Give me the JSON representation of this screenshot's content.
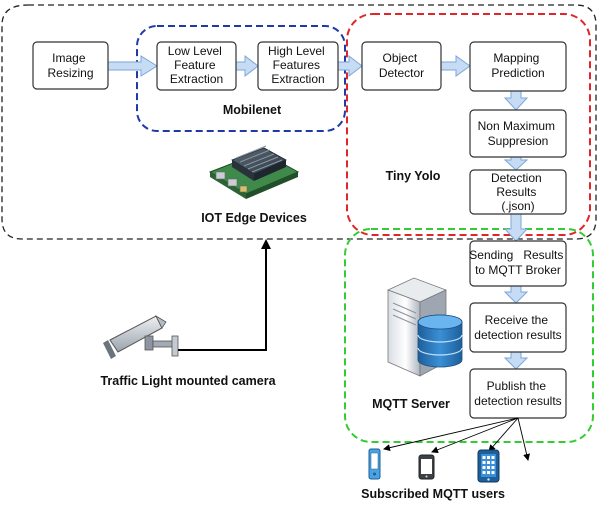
{
  "colors": {
    "edge_region": "#222222",
    "mobilenet_region": "#1f3aa6",
    "tiny_yolo_region": "#e0262a",
    "mqtt_region": "#33cc33",
    "box_border": "#333333",
    "flow_arrow": "#c6dcf5",
    "flow_arrow_border": "#7ea6d6"
  },
  "regions": {
    "edge_label": "IOT Edge Devices",
    "mobilenet_label": "Mobilenet",
    "tiny_yolo_label": "Tiny Yolo",
    "mqtt_label": "MQTT Server"
  },
  "boxes": {
    "image_resizing": [
      "Image",
      "Resizing"
    ],
    "low_level": [
      "Low Level",
      "Feature",
      "Extraction"
    ],
    "high_level": [
      "High Level",
      "Features",
      "Extraction"
    ],
    "object_detector": [
      "Object",
      "Detector"
    ],
    "mapping_prediction": [
      "Mapping",
      "Prediction"
    ],
    "nms": [
      "Non Maximum",
      "Suppresion"
    ],
    "detection_results": [
      "Detection",
      "Results",
      "(.json)"
    ],
    "sending_results": [
      "Sending   Results",
      "to MQTT Broker"
    ],
    "receive_results": [
      "Receive the",
      "detection results"
    ],
    "publish_results": [
      "Publish the",
      "detection results"
    ]
  },
  "labels": {
    "camera": "Traffic Light mounted camera",
    "subscribers": "Subscribed MQTT users"
  },
  "icons": {
    "edge_device": "circuit-board-icon",
    "camera": "cctv-camera-icon",
    "server": "server-database-icon",
    "user_devices": [
      "mobile-phone-icon",
      "smartphone-icon",
      "tablet-icon"
    ]
  }
}
